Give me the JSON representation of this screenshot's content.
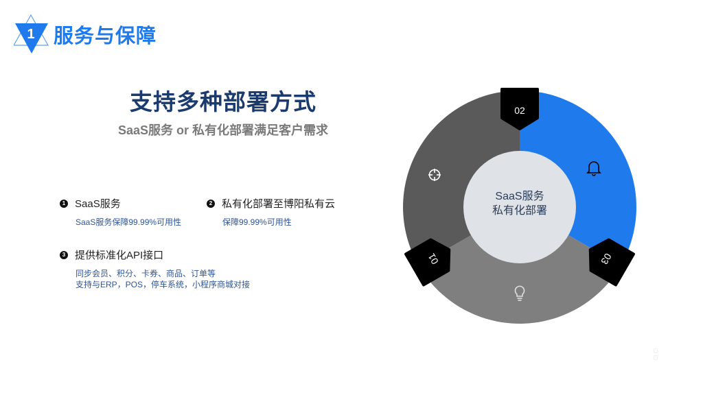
{
  "header": {
    "section_number": "1",
    "title": "服务与保障",
    "accent_color": "#1f7aec"
  },
  "main": {
    "title": "支持多种部署方式",
    "subtitle": "SaaS服务 or 私有化部署满足客户需求"
  },
  "features": [
    {
      "bullet": "1",
      "title": "SaaS服务",
      "desc_lines": [
        "SaaS服务保障99.99%可用性"
      ]
    },
    {
      "bullet": "2",
      "title": "私有化部署至博阳私有云",
      "desc_lines": [
        "保障99.99%可用性"
      ]
    },
    {
      "bullet": "3",
      "title": "提供标准化API接口",
      "desc_lines": [
        "同步会员、积分、卡券、商品、订单等",
        "支持与ERP，POS，停车系统，小程序商城对接"
      ]
    }
  ],
  "wheel": {
    "center_line1": "SaaS服务",
    "center_line2": "私有化部署",
    "segments": [
      {
        "tag": "01",
        "icon": "crosshair-icon",
        "color": "#5a5a5a"
      },
      {
        "tag": "02",
        "icon": "bell-icon",
        "color": "#1f7aec"
      },
      {
        "tag": "03",
        "icon": "lightbulb-icon",
        "color": "#7f7f7f"
      }
    ],
    "center_color": "#dfe2e6",
    "tag_color": "#000000"
  }
}
